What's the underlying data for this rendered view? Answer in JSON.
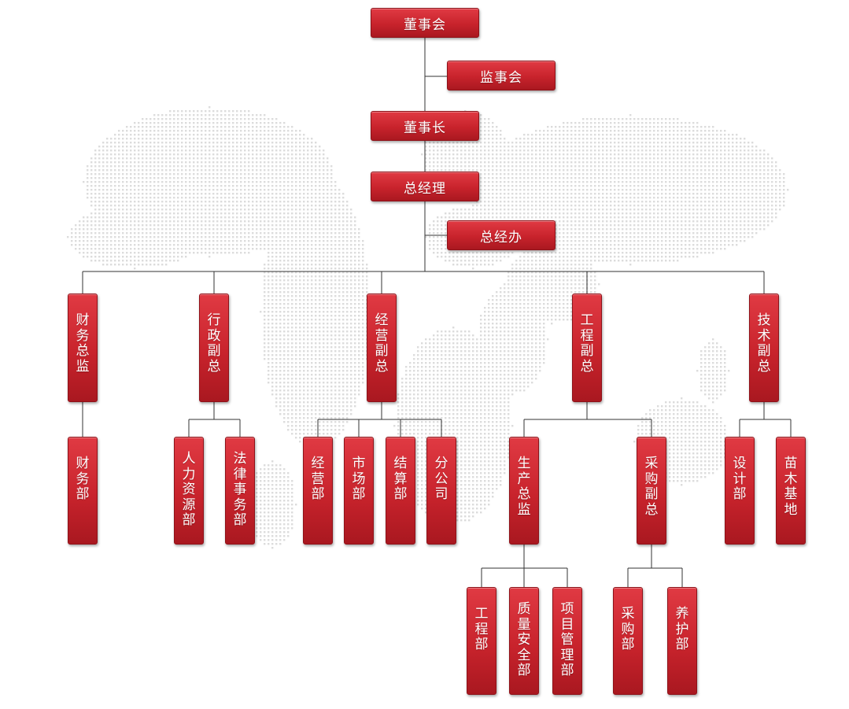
{
  "colors": {
    "node": "#c8232c",
    "line": "#333333",
    "map_dots": "#dcdcdc"
  },
  "nodes": {
    "board": "董事会",
    "supervisors": "监事会",
    "chairman": "董事长",
    "gm": "总经理",
    "gm_office": "总经办",
    "finance_director": "财务总监",
    "admin_vp": "行政副总",
    "business_vp": "经营副总",
    "engineering_vp": "工程副总",
    "tech_vp": "技术副总",
    "finance_dept": "财务部",
    "hr_dept": "人力资源部",
    "legal_dept": "法律事务部",
    "business_dept": "经营部",
    "market_dept": "市场部",
    "settlement_dept": "结算部",
    "branch": "分公司",
    "production_director": "生产总监",
    "purchasing_vp": "采购副总",
    "design_dept": "设计部",
    "nursery_base": "苗木基地",
    "engineering_dept": "工程部",
    "quality_safety_dept": "质量安全部",
    "project_mgmt_dept": "项目管理部",
    "purchasing_dept": "采购部",
    "maintenance_dept": "养护部"
  }
}
